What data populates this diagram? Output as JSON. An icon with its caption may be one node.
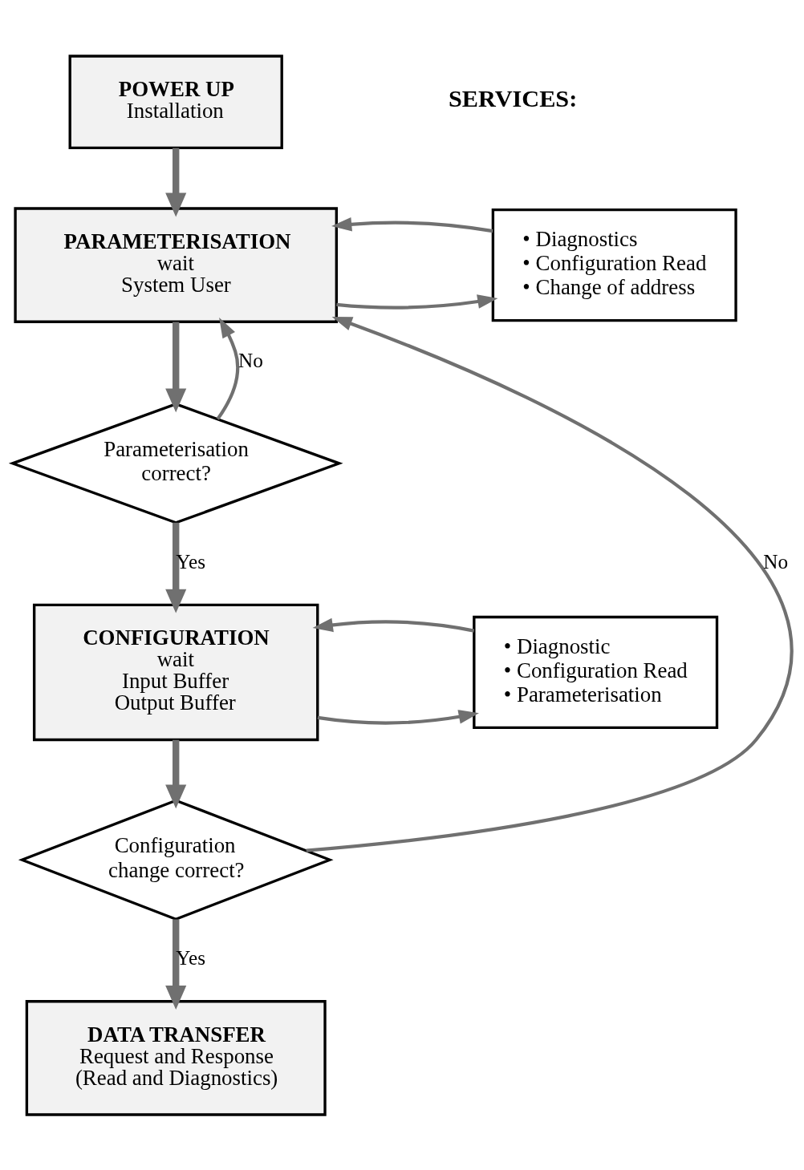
{
  "diagram": {
    "nodes": [
      {
        "text": [
          "POWER UP",
          "Installation"
        ]
      },
      {
        "text": [
          "PARAMETERISATION",
          "wait",
          "System User"
        ]
      },
      {
        "text": [
          "• Diagnostics",
          "• Configuration Read",
          "• Change of address"
        ]
      },
      {
        "text": [
          "Parameterisation correct?"
        ]
      },
      {
        "text": [
          "CONFIGURATION",
          "wait",
          "Input Buffer",
          "Output Buffer"
        ]
      },
      {
        "text": [
          "• Diagnostic",
          "• Configuration Read",
          "• Parameterisation"
        ]
      },
      {
        "text": [
          "Configuration change correct?"
        ]
      },
      {
        "text": [
          "DATA TRANSFER",
          "Request and Response",
          "(Read and Diagnostics)"
        ]
      }
    ],
    "edges": [
      {
        "from": 0,
        "to": 1,
        "arrow": "to",
        "style": "thick"
      },
      {
        "from": 1,
        "to": 2,
        "arrow": "to"
      },
      {
        "from": 2,
        "to": 1,
        "arrow": "to"
      },
      {
        "from": 1,
        "to": 3,
        "arrow": "to",
        "style": "thick"
      },
      {
        "from": 3,
        "to": 1,
        "arrow": "to",
        "label": "No"
      },
      {
        "from": 3,
        "to": 4,
        "arrow": "to",
        "label": "Yes",
        "style": "thick"
      },
      {
        "from": 4,
        "to": 5,
        "arrow": "to"
      },
      {
        "from": 5,
        "to": 4,
        "arrow": "to"
      },
      {
        "from": 4,
        "to": 6,
        "arrow": "to",
        "style": "thick"
      },
      {
        "from": 6,
        "to": 1,
        "arrow": "to",
        "label": "No"
      },
      {
        "from": 6,
        "to": 7,
        "arrow": "to",
        "label": "Yes",
        "style": "thick"
      }
    ],
    "labels": [
      "SERVICES:"
    ]
  }
}
